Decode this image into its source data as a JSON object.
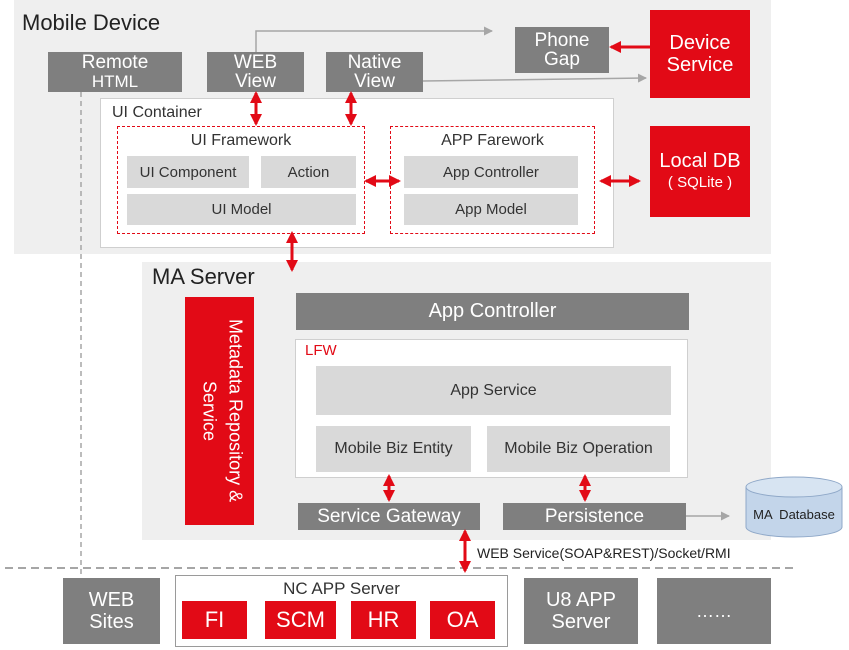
{
  "colors": {
    "red": "#e20a16",
    "gray": "#7f7f7f",
    "light_gray": "#d9d9d9",
    "panel": "#efefef"
  },
  "mobile_device": {
    "title": "Mobile Device",
    "remote": {
      "line1": "Remote",
      "line2": "HTML"
    },
    "web_view": {
      "line1": "WEB",
      "line2": "View"
    },
    "native_view": {
      "line1": "Native",
      "line2": "View"
    },
    "phone_gap": {
      "line1": "Phone",
      "line2": "Gap"
    },
    "device_service": {
      "line1": "Device",
      "line2": "Service"
    },
    "local_db": {
      "line1": "Local DB",
      "line2": "( SQLite )"
    },
    "ui_container": {
      "title": "UI Container",
      "ui_framework": {
        "title": "UI Framework",
        "ui_component": "UI Component",
        "action": "Action",
        "ui_model": "UI Model"
      },
      "app_framework": {
        "title": "APP Farework",
        "app_controller": "App Controller",
        "app_model": "App Model"
      }
    }
  },
  "ma_server": {
    "title": "MA Server",
    "metadata": "Metadata Repository & Service",
    "app_controller": "App Controller",
    "lfw": {
      "title": "LFW",
      "app_service": "App Service",
      "biz_entity": "Mobile Biz Entity",
      "biz_operation": "Mobile Biz Operation"
    },
    "service_gateway": "Service Gateway",
    "persistence": "Persistence",
    "database": "MA  Database"
  },
  "protocol_label": "WEB Service(SOAP&REST)/Socket/RMI",
  "bottom": {
    "web_sites": {
      "line1": "WEB",
      "line2": "Sites"
    },
    "nc_server": {
      "title": "NC APP Server",
      "modules": [
        "FI",
        "SCM",
        "HR",
        "OA"
      ]
    },
    "u8_server": {
      "line1": "U8 APP",
      "line2": "Server"
    },
    "more": "……"
  }
}
